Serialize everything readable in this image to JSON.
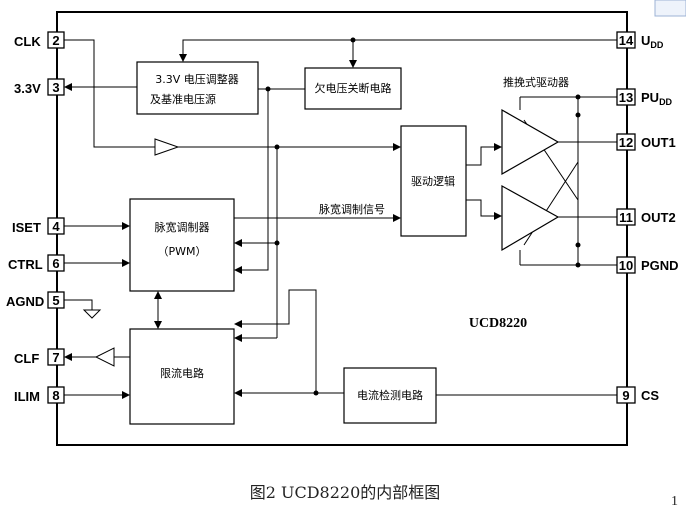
{
  "chip": {
    "name": "UCD8220"
  },
  "caption": "图2  UCD8220的内部框图",
  "page_number": "1",
  "pins_left": [
    {
      "num": "2",
      "label": "CLK"
    },
    {
      "num": "3",
      "label": "3.3V"
    },
    {
      "num": "4",
      "label": "ISET"
    },
    {
      "num": "6",
      "label": "CTRL"
    },
    {
      "num": "5",
      "label": "AGND"
    },
    {
      "num": "7",
      "label": "CLF"
    },
    {
      "num": "8",
      "label": "ILIM"
    }
  ],
  "pins_right": [
    {
      "num": "14",
      "label": "U",
      "sub": "DD"
    },
    {
      "num": "13",
      "label": "PU",
      "sub": "DD"
    },
    {
      "num": "12",
      "label": "OUT1"
    },
    {
      "num": "11",
      "label": "OUT2"
    },
    {
      "num": "10",
      "label": "PGND"
    },
    {
      "num": "9",
      "label": "CS"
    }
  ],
  "blocks": {
    "regulator_line1": "3.3V 电压调整器",
    "regulator_line2": "及基准电压源",
    "uvlo": "欠电压关断电路",
    "driver_logic": "驱动逻辑",
    "pushpull_label": "推挽式驱动器",
    "pwm_line1": "脉宽调制器",
    "pwm_line2": "（PWM）",
    "pwm_signal": "脉宽调制信号",
    "current_limit": "限流电路",
    "current_detect": "电流检测电路"
  }
}
